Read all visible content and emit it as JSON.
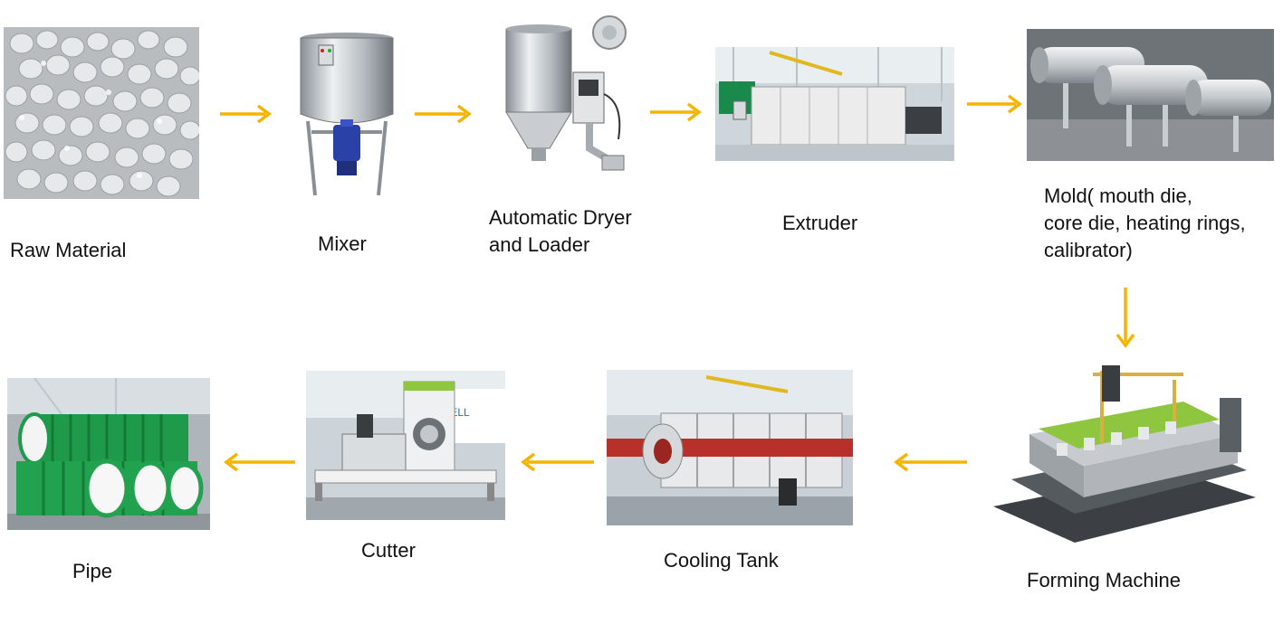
{
  "process": {
    "steps": [
      {
        "id": "raw-material",
        "label": "Raw  Material"
      },
      {
        "id": "mixer",
        "label": "Mixer"
      },
      {
        "id": "dryer-loader",
        "label": "Automatic Dryer\nand Loader"
      },
      {
        "id": "extruder",
        "label": "Extruder"
      },
      {
        "id": "mold",
        "label": "Mold( mouth die,\ncore die, heating rings,\ncalibrator)"
      },
      {
        "id": "forming-machine",
        "label": "Forming Machine"
      },
      {
        "id": "cooling-tank",
        "label": "Cooling Tank"
      },
      {
        "id": "cutter",
        "label": "Cutter"
      },
      {
        "id": "pipe",
        "label": "Pipe"
      }
    ],
    "arrow_color": "#F5B400",
    "photo_icons": {
      "raw-material": "pellets-photo",
      "mixer": "mixer-photo",
      "dryer-loader": "dryer-photo",
      "extruder": "extruder-photo",
      "mold": "mold-photo",
      "forming-machine": "forming-machine-photo",
      "cooling-tank": "cooling-tank-photo",
      "cutter": "cutter-photo",
      "pipe": "pipe-photo"
    }
  }
}
